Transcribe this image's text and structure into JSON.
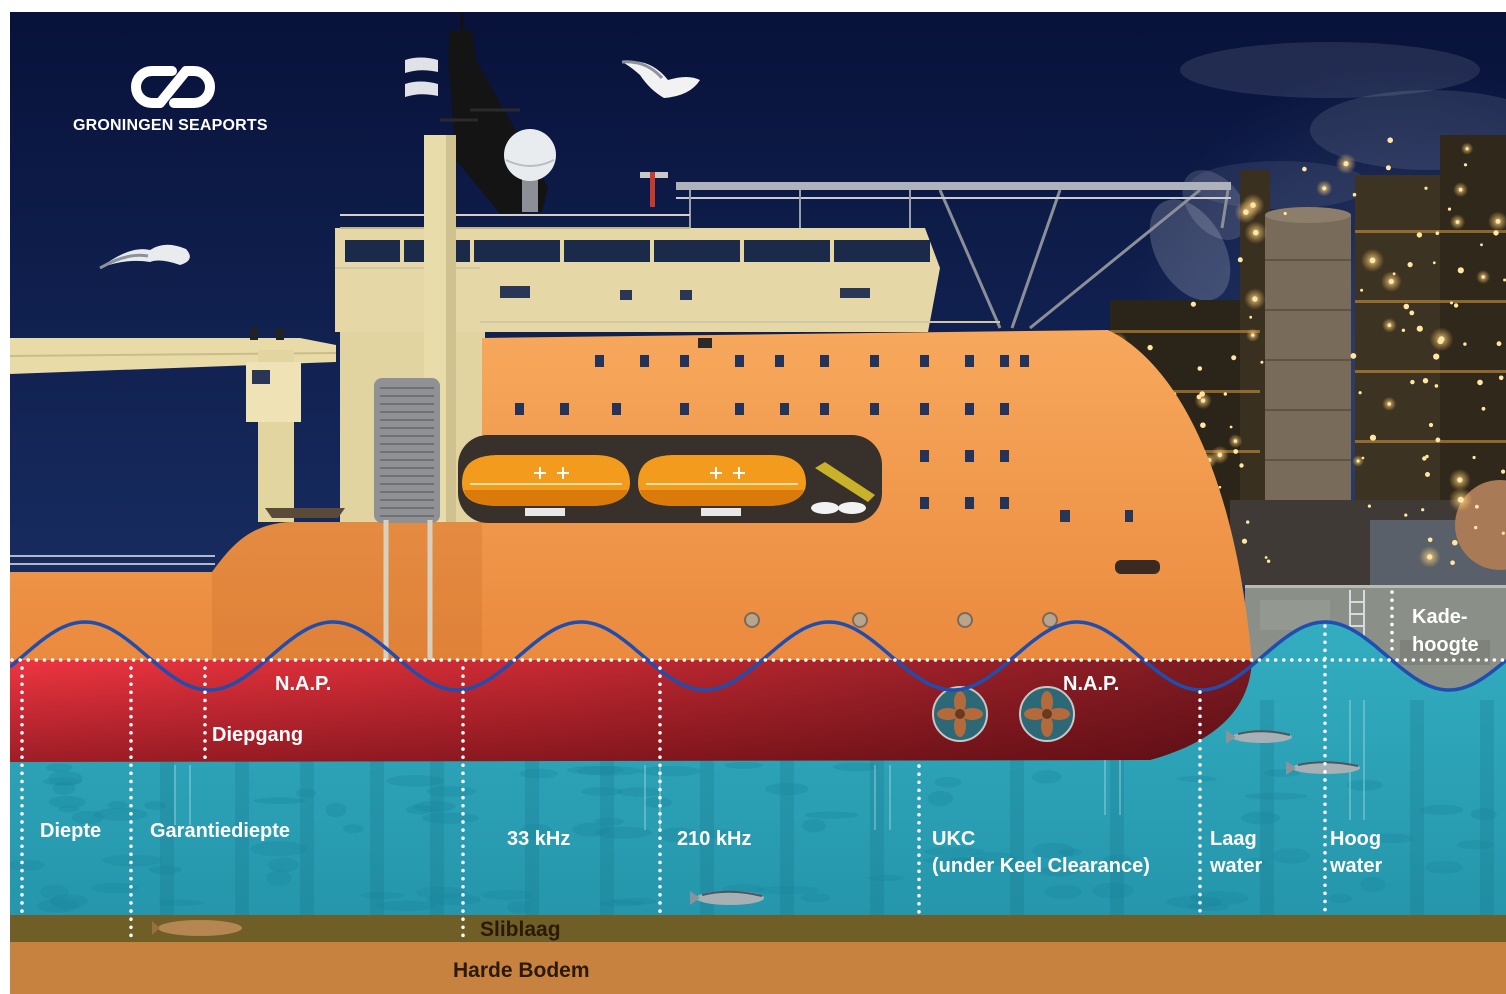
{
  "logo": {
    "text": "GRONINGEN SEAPORTS",
    "mark_icon": "groningen-seaports-logo-icon"
  },
  "levels": {
    "nap_left": "N.A.P.",
    "nap_right": "N.A.P.",
    "kade_line1": "Kade-",
    "kade_line2": "hoogte"
  },
  "ship": {
    "draught": "Diepgang"
  },
  "depth_labels": {
    "diepte": "Diepte",
    "garantiediepte": "Garantiediepte",
    "khz33": "33 kHz",
    "khz210": "210 kHz",
    "ukc_line1": "UKC",
    "ukc_line2": "(under Keel Clearance)",
    "laag_line1": "Laag",
    "laag_line2": "water",
    "hoog_line1": "Hoog",
    "hoog_line2": "water"
  },
  "seabed": {
    "sliblaag": "Sliblaag",
    "harde_bodem": "Harde Bodem"
  },
  "colors": {
    "sky": "#0b1642",
    "hull": "#f09a4a",
    "hull_below_waterline": "#d8303b",
    "water": "#2ca4b7",
    "wave": "#1f4db0",
    "sliblaag": "#6f5f27",
    "harde_bodem": "#c8823f"
  }
}
